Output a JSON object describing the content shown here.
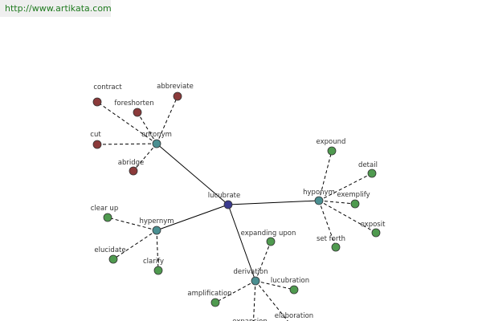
{
  "header": {
    "url": "http://www.artikata.com"
  },
  "colors": {
    "center": "#3b3b8f",
    "relation": "#4a8f91",
    "antonym_term": "#8b3a3a",
    "other_term": "#4f9a4f"
  },
  "graph": {
    "center": {
      "id": "lucubrate",
      "label": "lucubrate"
    },
    "relations": [
      {
        "id": "antonym",
        "label": "antonym"
      },
      {
        "id": "hyponym",
        "label": "hyponym"
      },
      {
        "id": "hypernym",
        "label": "hypernym"
      },
      {
        "id": "derivation",
        "label": "derivation"
      }
    ],
    "terms": [
      {
        "id": "contract",
        "label": "contract",
        "relation": "antonym"
      },
      {
        "id": "abbreviate",
        "label": "abbreviate",
        "relation": "antonym"
      },
      {
        "id": "foreshorten",
        "label": "foreshorten",
        "relation": "antonym"
      },
      {
        "id": "cut",
        "label": "cut",
        "relation": "antonym"
      },
      {
        "id": "abridge",
        "label": "abridge",
        "relation": "antonym"
      },
      {
        "id": "expound",
        "label": "expound",
        "relation": "hyponym"
      },
      {
        "id": "detail",
        "label": "detail",
        "relation": "hyponym"
      },
      {
        "id": "exemplify",
        "label": "exemplify",
        "relation": "hyponym"
      },
      {
        "id": "exposit",
        "label": "exposit",
        "relation": "hyponym"
      },
      {
        "id": "setforth",
        "label": "set forth",
        "relation": "hyponym"
      },
      {
        "id": "clearup",
        "label": "clear up",
        "relation": "hypernym"
      },
      {
        "id": "elucidate",
        "label": "elucidate",
        "relation": "hypernym"
      },
      {
        "id": "clarify",
        "label": "clarify",
        "relation": "hypernym"
      },
      {
        "id": "expandingupon",
        "label": "expanding upon",
        "relation": "derivation"
      },
      {
        "id": "lucubration",
        "label": "lucubration",
        "relation": "derivation"
      },
      {
        "id": "amplification",
        "label": "amplification",
        "relation": "derivation"
      },
      {
        "id": "elaboration",
        "label": "elaboration",
        "relation": "derivation"
      },
      {
        "id": "expansion",
        "label": "expansion",
        "relation": "derivation"
      }
    ]
  }
}
